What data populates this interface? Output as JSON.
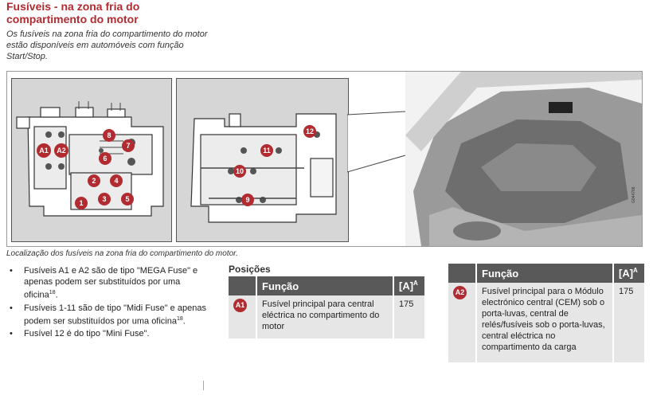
{
  "header": {
    "title_line1": "Fusíveis - na zona fria do",
    "title_line2": "compartimento do motor",
    "intro": "Os fusíveis na zona fria do compartimento do motor estão disponíveis em automóveis com função Start/Stop."
  },
  "figure": {
    "code": "G044766",
    "caption": "Localização dos fusíveis na zona fria do compartimento do motor.",
    "labels": [
      "A1",
      "A2",
      "1",
      "2",
      "3",
      "4",
      "5",
      "6",
      "7",
      "8",
      "9",
      "10",
      "11",
      "12"
    ],
    "colors": {
      "badge": "#b22b30",
      "panel_bg": "#d6d6d6"
    }
  },
  "bullets": [
    {
      "text": "Fusíveis A1 e A2 são de tipo \"MEGA Fuse\" e apenas podem ser substituídos por uma oficina",
      "sup": "18",
      "end": "."
    },
    {
      "text": "Fusíveis 1-11 são de tipo \"Midi Fuse\" e apenas podem ser substituídos por uma oficina",
      "sup": "18",
      "end": "."
    },
    {
      "text": "Fusível 12 é do tipo \"Mini Fuse\".",
      "sup": "",
      "end": ""
    }
  ],
  "positions_title": "Posições",
  "table1": {
    "header_function": "Função",
    "header_amp": "[A]",
    "header_amp_sup": "A",
    "row": {
      "badge": "A1",
      "function": "Fusível principal para central eléctrica no compartimento do motor",
      "amp": "175"
    }
  },
  "table2": {
    "header_function": "Função",
    "header_amp": "[A]",
    "header_amp_sup": "A",
    "row": {
      "badge": "A2",
      "function": "Fusível principal para o Módulo electrónico central (CEM) sob o porta-luvas, central de relés/fusíveis sob o porta-luvas, central eléctrica no compartimento da carga",
      "amp": "175"
    }
  }
}
